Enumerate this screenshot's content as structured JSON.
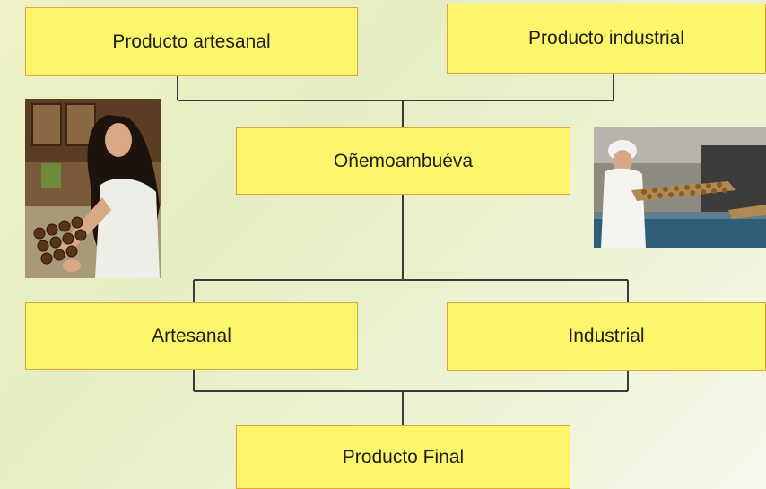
{
  "nodes": {
    "artesanal_top": "Producto artesanal",
    "industrial_top": "Producto industrial",
    "middle": "Oñemoambuéva",
    "artesanal_bottom": "Artesanal",
    "industrial_bottom": "Industrial",
    "final": "Producto Final"
  },
  "colors": {
    "box_fill": "#fef66a",
    "box_border": "#e2a53a",
    "connector": "#3a3a3a"
  }
}
